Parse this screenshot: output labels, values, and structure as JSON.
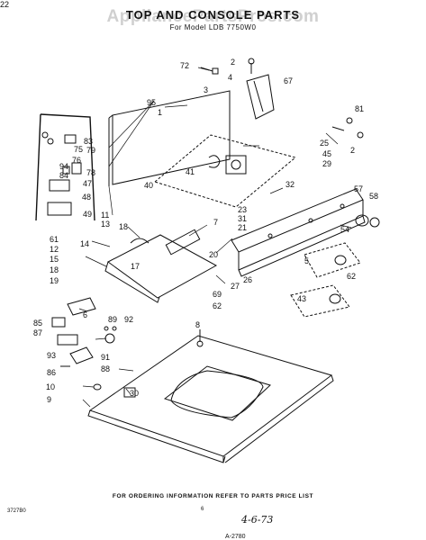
{
  "header": {
    "watermark": "AppliancePartsPros.com",
    "title": "TOP AND CONSOLE PARTS",
    "model_line": "For Model LDB 7750W0"
  },
  "art_number": "A-2780",
  "footer": {
    "ordering_note": "FOR ORDERING INFORMATION REFER TO PARTS PRICE LIST",
    "code": "3727B0",
    "page_mark": "6",
    "handwritten": "4-6-73"
  },
  "part_labels": [
    "72",
    "2",
    "3",
    "4",
    "67",
    "95",
    "1",
    "81",
    "25",
    "45",
    "29",
    "2",
    "83",
    "79",
    "75",
    "76",
    "78",
    "94",
    "84",
    "47",
    "48",
    "49",
    "41",
    "40",
    "32",
    "57",
    "58",
    "11",
    "13",
    "18",
    "23",
    "31",
    "21",
    "7",
    "54",
    "61",
    "14",
    "12",
    "17",
    "15",
    "18",
    "19",
    "20",
    "27",
    "26",
    "69",
    "5",
    "62",
    "43",
    "62",
    "6",
    "85",
    "87",
    "89",
    "92",
    "93",
    "86",
    "91",
    "88",
    "8",
    "10",
    "30",
    "9",
    "22"
  ],
  "colors": {
    "ink": "#111111",
    "paper": "#ffffff",
    "watermark": "#9a9a9a"
  }
}
